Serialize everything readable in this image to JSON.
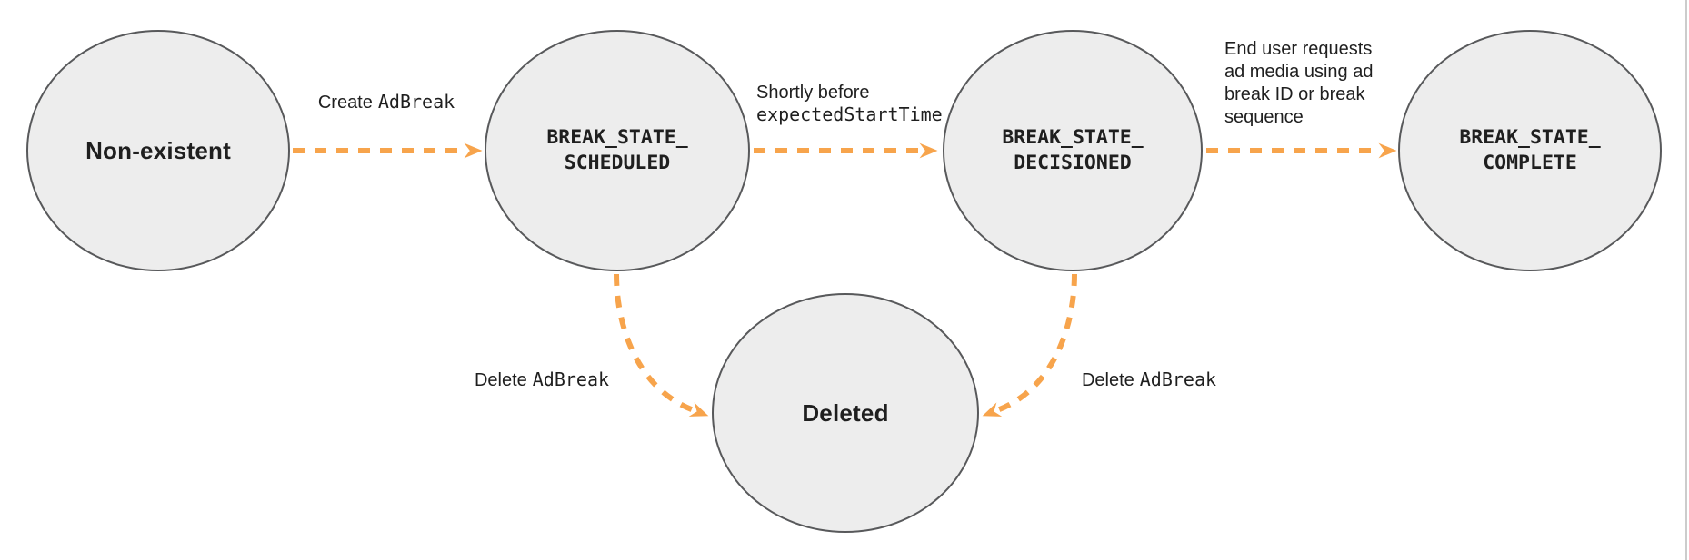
{
  "diagram": {
    "description": "Ad break state transition diagram",
    "colors": {
      "arrow": "#F7A44C",
      "node_fill": "#EDEDED",
      "node_border": "#58595B",
      "text": "#1F1F1F",
      "page_edge_line": "#CCCCCC"
    },
    "nodes": [
      {
        "id": "non-existent",
        "label": "Non-existent"
      },
      {
        "id": "break-state-scheduled",
        "line1": "BREAK_STATE_",
        "line2": "SCHEDULED"
      },
      {
        "id": "break-state-decisioned",
        "line1": "BREAK_STATE_",
        "line2": "DECISIONED"
      },
      {
        "id": "break-state-complete",
        "line1": "BREAK_STATE_",
        "line2": "COMPLETE"
      },
      {
        "id": "deleted",
        "label": "Deleted"
      }
    ],
    "edges": {
      "create": {
        "plain": "Create",
        "code": "AdBreak"
      },
      "decisioned": {
        "plain": "Shortly before",
        "code": "expectedStartTime"
      },
      "complete": {
        "lines": [
          "End user requests",
          "ad media using ad",
          "break ID or break",
          "sequence"
        ]
      },
      "delete_scheduled": {
        "plain": "Delete",
        "code": "AdBreak"
      },
      "delete_decisioned": {
        "plain": "Delete",
        "code": "AdBreak"
      }
    }
  }
}
